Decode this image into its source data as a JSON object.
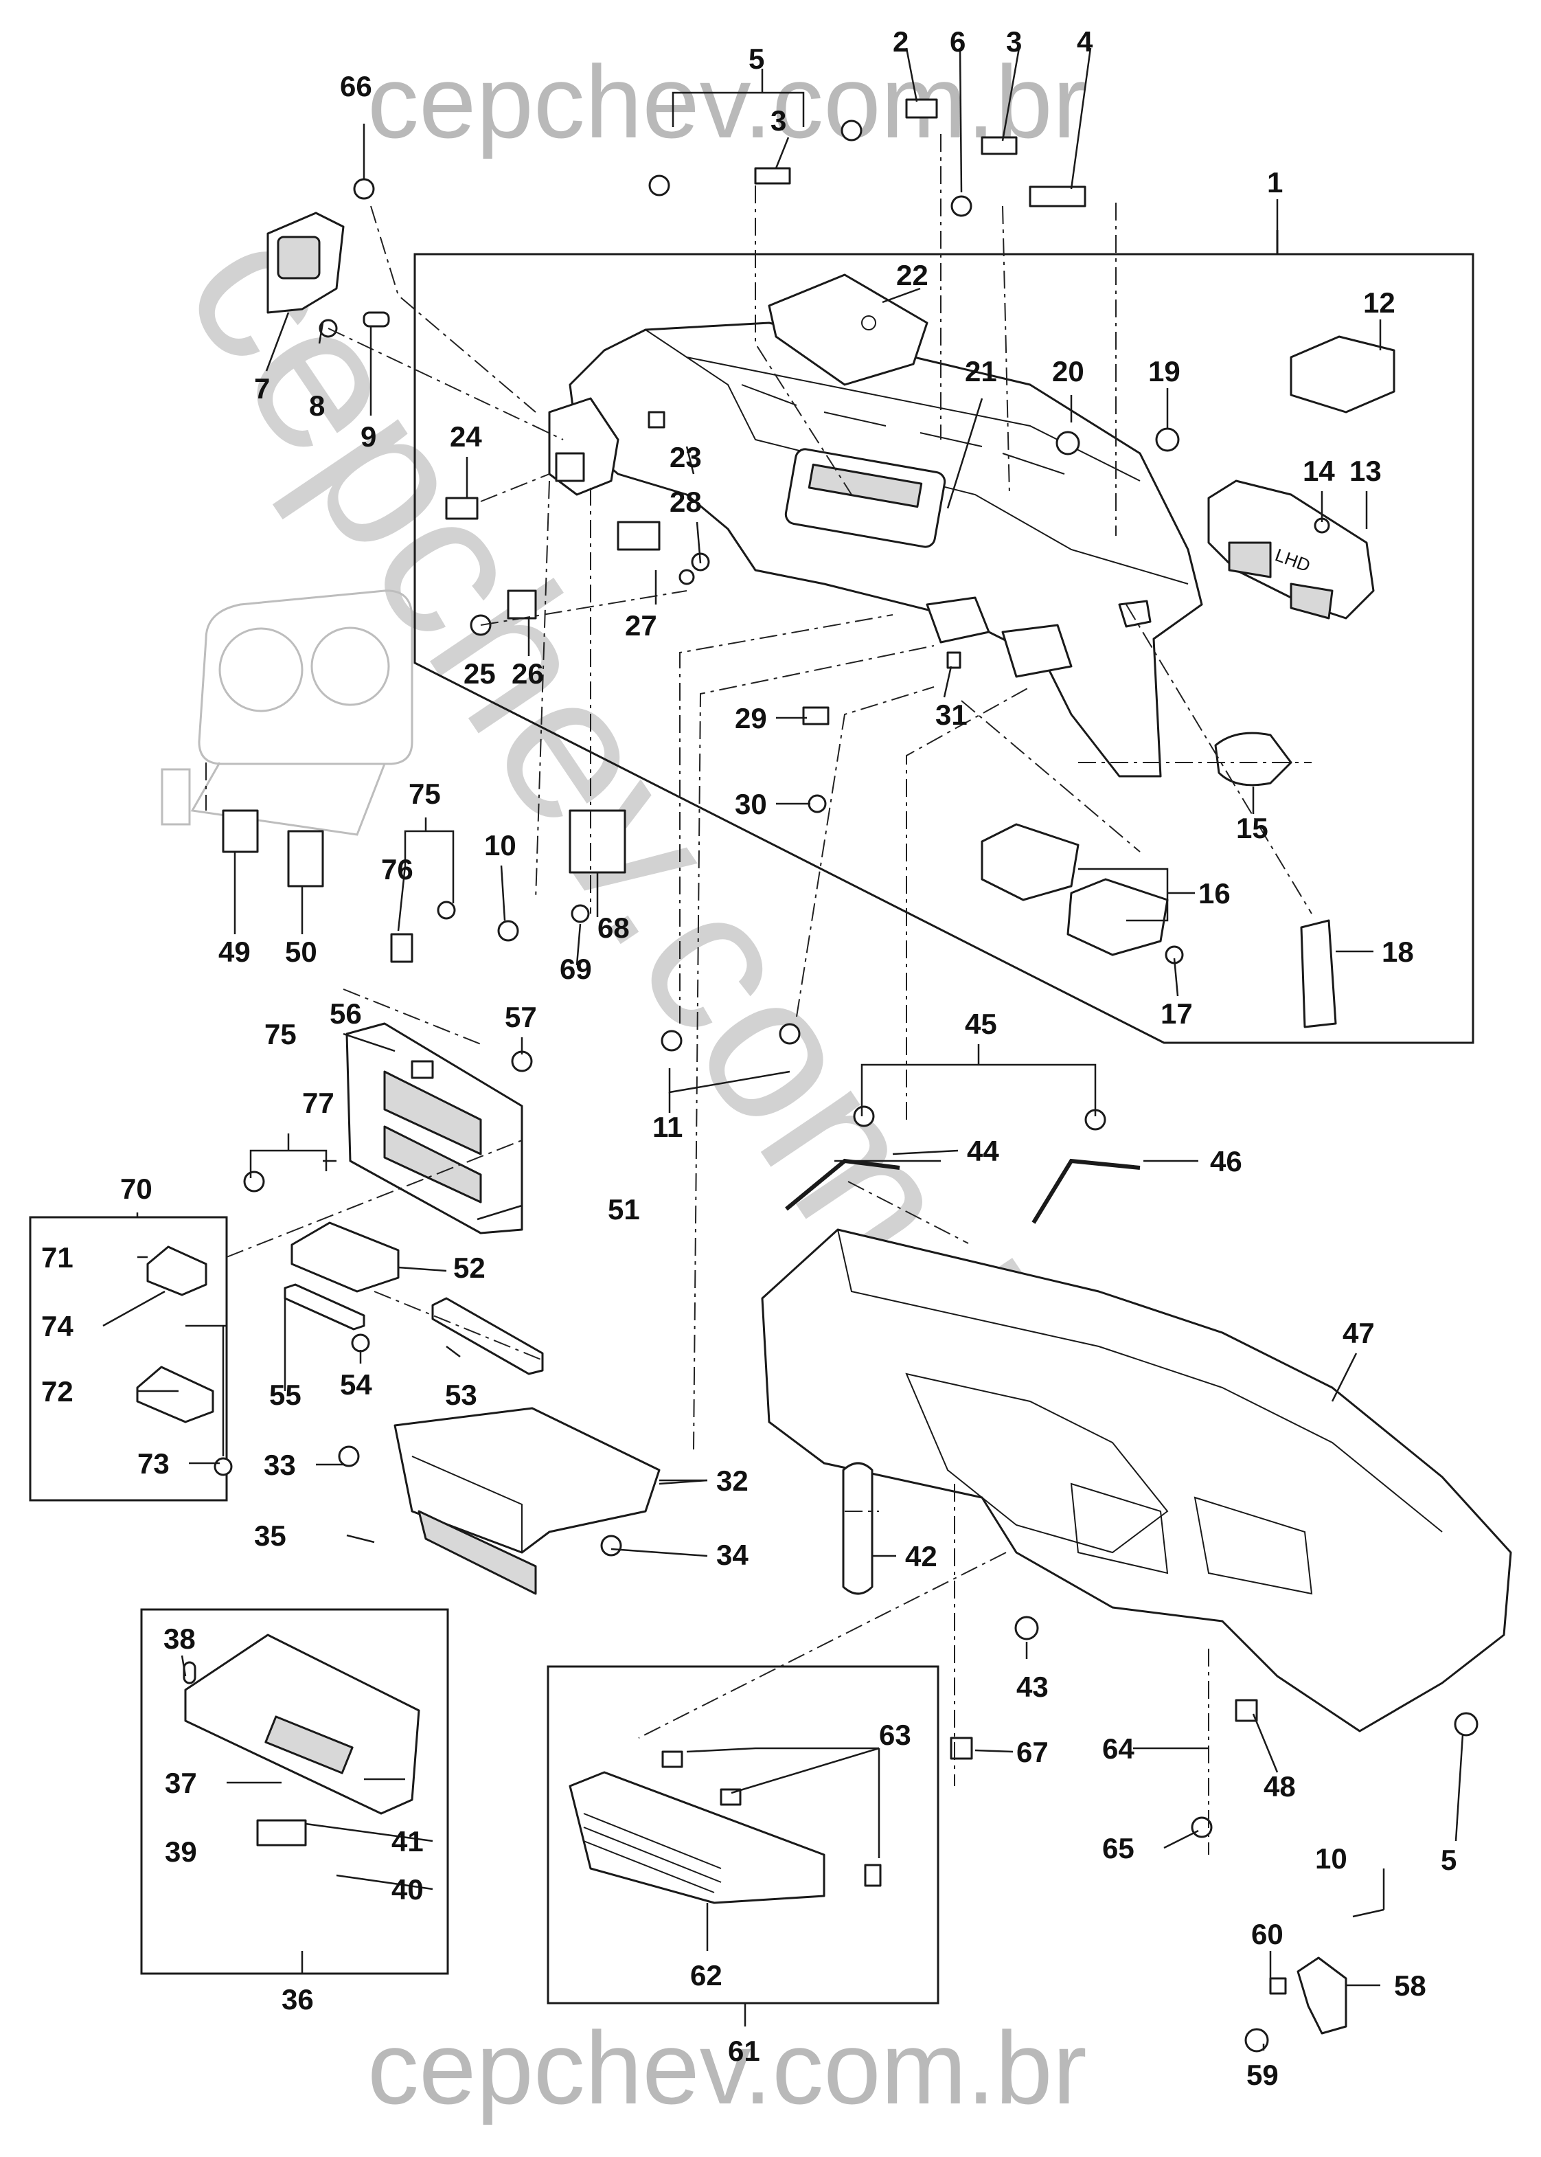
{
  "watermark": {
    "top": "cepchev.com.br",
    "bottom": "cepchev.com.br",
    "diagonal": "cepchev.com.br"
  },
  "callouts": [
    {
      "id": "c1",
      "text": "1"
    },
    {
      "id": "c2",
      "text": "2"
    },
    {
      "id": "c3a",
      "text": "3"
    },
    {
      "id": "c3b",
      "text": "3"
    },
    {
      "id": "c4",
      "text": "4"
    },
    {
      "id": "c5a",
      "text": "5"
    },
    {
      "id": "c5b",
      "text": "5"
    },
    {
      "id": "c6",
      "text": "6"
    },
    {
      "id": "c7",
      "text": "7"
    },
    {
      "id": "c8",
      "text": "8"
    },
    {
      "id": "c9",
      "text": "9"
    },
    {
      "id": "c10a",
      "text": "10"
    },
    {
      "id": "c10b",
      "text": "10"
    },
    {
      "id": "c11",
      "text": "11"
    },
    {
      "id": "c12",
      "text": "12"
    },
    {
      "id": "c13",
      "text": "13"
    },
    {
      "id": "c14",
      "text": "14"
    },
    {
      "id": "c15",
      "text": "15"
    },
    {
      "id": "c16",
      "text": "16"
    },
    {
      "id": "c17",
      "text": "17"
    },
    {
      "id": "c18",
      "text": "18"
    },
    {
      "id": "c19",
      "text": "19"
    },
    {
      "id": "c20",
      "text": "20"
    },
    {
      "id": "c21",
      "text": "21"
    },
    {
      "id": "c22",
      "text": "22"
    },
    {
      "id": "c23",
      "text": "23"
    },
    {
      "id": "c24",
      "text": "24"
    },
    {
      "id": "c25",
      "text": "25"
    },
    {
      "id": "c26",
      "text": "26"
    },
    {
      "id": "c27",
      "text": "27"
    },
    {
      "id": "c28",
      "text": "28"
    },
    {
      "id": "c29",
      "text": "29"
    },
    {
      "id": "c30",
      "text": "30"
    },
    {
      "id": "c31",
      "text": "31"
    },
    {
      "id": "c32",
      "text": "32"
    },
    {
      "id": "c33",
      "text": "33"
    },
    {
      "id": "c34",
      "text": "34"
    },
    {
      "id": "c35",
      "text": "35"
    },
    {
      "id": "c36",
      "text": "36"
    },
    {
      "id": "c37",
      "text": "37"
    },
    {
      "id": "c38",
      "text": "38"
    },
    {
      "id": "c39",
      "text": "39"
    },
    {
      "id": "c40",
      "text": "40"
    },
    {
      "id": "c41",
      "text": "41"
    },
    {
      "id": "c42",
      "text": "42"
    },
    {
      "id": "c43",
      "text": "43"
    },
    {
      "id": "c44",
      "text": "44"
    },
    {
      "id": "c45",
      "text": "45"
    },
    {
      "id": "c46",
      "text": "46"
    },
    {
      "id": "c47",
      "text": "47"
    },
    {
      "id": "c48",
      "text": "48"
    },
    {
      "id": "c49",
      "text": "49"
    },
    {
      "id": "c50",
      "text": "50"
    },
    {
      "id": "c51",
      "text": "51"
    },
    {
      "id": "c52",
      "text": "52"
    },
    {
      "id": "c53",
      "text": "53"
    },
    {
      "id": "c54",
      "text": "54"
    },
    {
      "id": "c55",
      "text": "55"
    },
    {
      "id": "c56",
      "text": "56"
    },
    {
      "id": "c57",
      "text": "57"
    },
    {
      "id": "c58",
      "text": "58"
    },
    {
      "id": "c59",
      "text": "59"
    },
    {
      "id": "c60",
      "text": "60"
    },
    {
      "id": "c61",
      "text": "61"
    },
    {
      "id": "c62",
      "text": "62"
    },
    {
      "id": "c63",
      "text": "63"
    },
    {
      "id": "c64",
      "text": "64"
    },
    {
      "id": "c65",
      "text": "65"
    },
    {
      "id": "c66",
      "text": "66"
    },
    {
      "id": "c67",
      "text": "67"
    },
    {
      "id": "c68",
      "text": "68"
    },
    {
      "id": "c69",
      "text": "69"
    },
    {
      "id": "c70",
      "text": "70"
    },
    {
      "id": "c71",
      "text": "71"
    },
    {
      "id": "c72",
      "text": "72"
    },
    {
      "id": "c73",
      "text": "73"
    },
    {
      "id": "c74",
      "text": "74"
    },
    {
      "id": "c75a",
      "text": "75"
    },
    {
      "id": "c75b",
      "text": "75"
    },
    {
      "id": "c76",
      "text": "76"
    },
    {
      "id": "c77",
      "text": "77"
    }
  ],
  "vent_marking": "LHD"
}
